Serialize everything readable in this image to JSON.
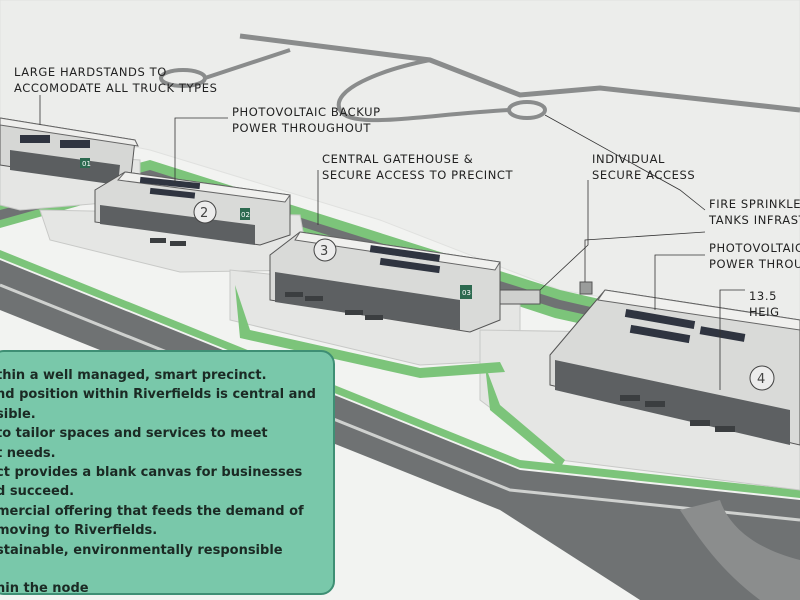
{
  "labels": {
    "hardstands": [
      "LARGE HARDSTANDS TO",
      "ACCOMODATE ALL TRUCK TYPES"
    ],
    "pv_backup": [
      "PHOTOVOLTAIC BACKUP",
      "POWER THROUGHOUT"
    ],
    "gatehouse": [
      "CENTRAL GATEHOUSE &",
      "SECURE ACCESS TO PRECINCT"
    ],
    "individual_access": [
      "INDIVIDUAL",
      "SECURE ACCESS"
    ],
    "fire_sprinkler": [
      "FIRE SPRINKLER",
      "TANKS INFRAST"
    ],
    "pv_power": [
      "PHOTOVOLTAIC",
      "POWER THROUG"
    ],
    "height": [
      "13.5",
      "HEIG"
    ]
  },
  "building_numbers": [
    "2",
    "3",
    "4"
  ],
  "building_codes": [
    "01",
    "02",
    "03"
  ],
  "callout_lines": [
    "thin a well managed, smart precinct.",
    "nd position within Riverfields is central and",
    "sible.",
    "to tailor spaces and services to meet",
    "t needs.",
    "ct provides a blank canvas for businesses",
    "d succeed.",
    "mercial offering that feeds the demand of",
    "moving to Riverfields.",
    "stainable, environmentally responsible",
    "",
    "hin the node"
  ],
  "colors": {
    "callout_fill": "#79c8aa",
    "callout_border": "#3e8f74",
    "landscape": "#7cc47a",
    "road": "#6f7273",
    "roof": "#dcdcdc",
    "solar_panel": "#2f3440"
  }
}
